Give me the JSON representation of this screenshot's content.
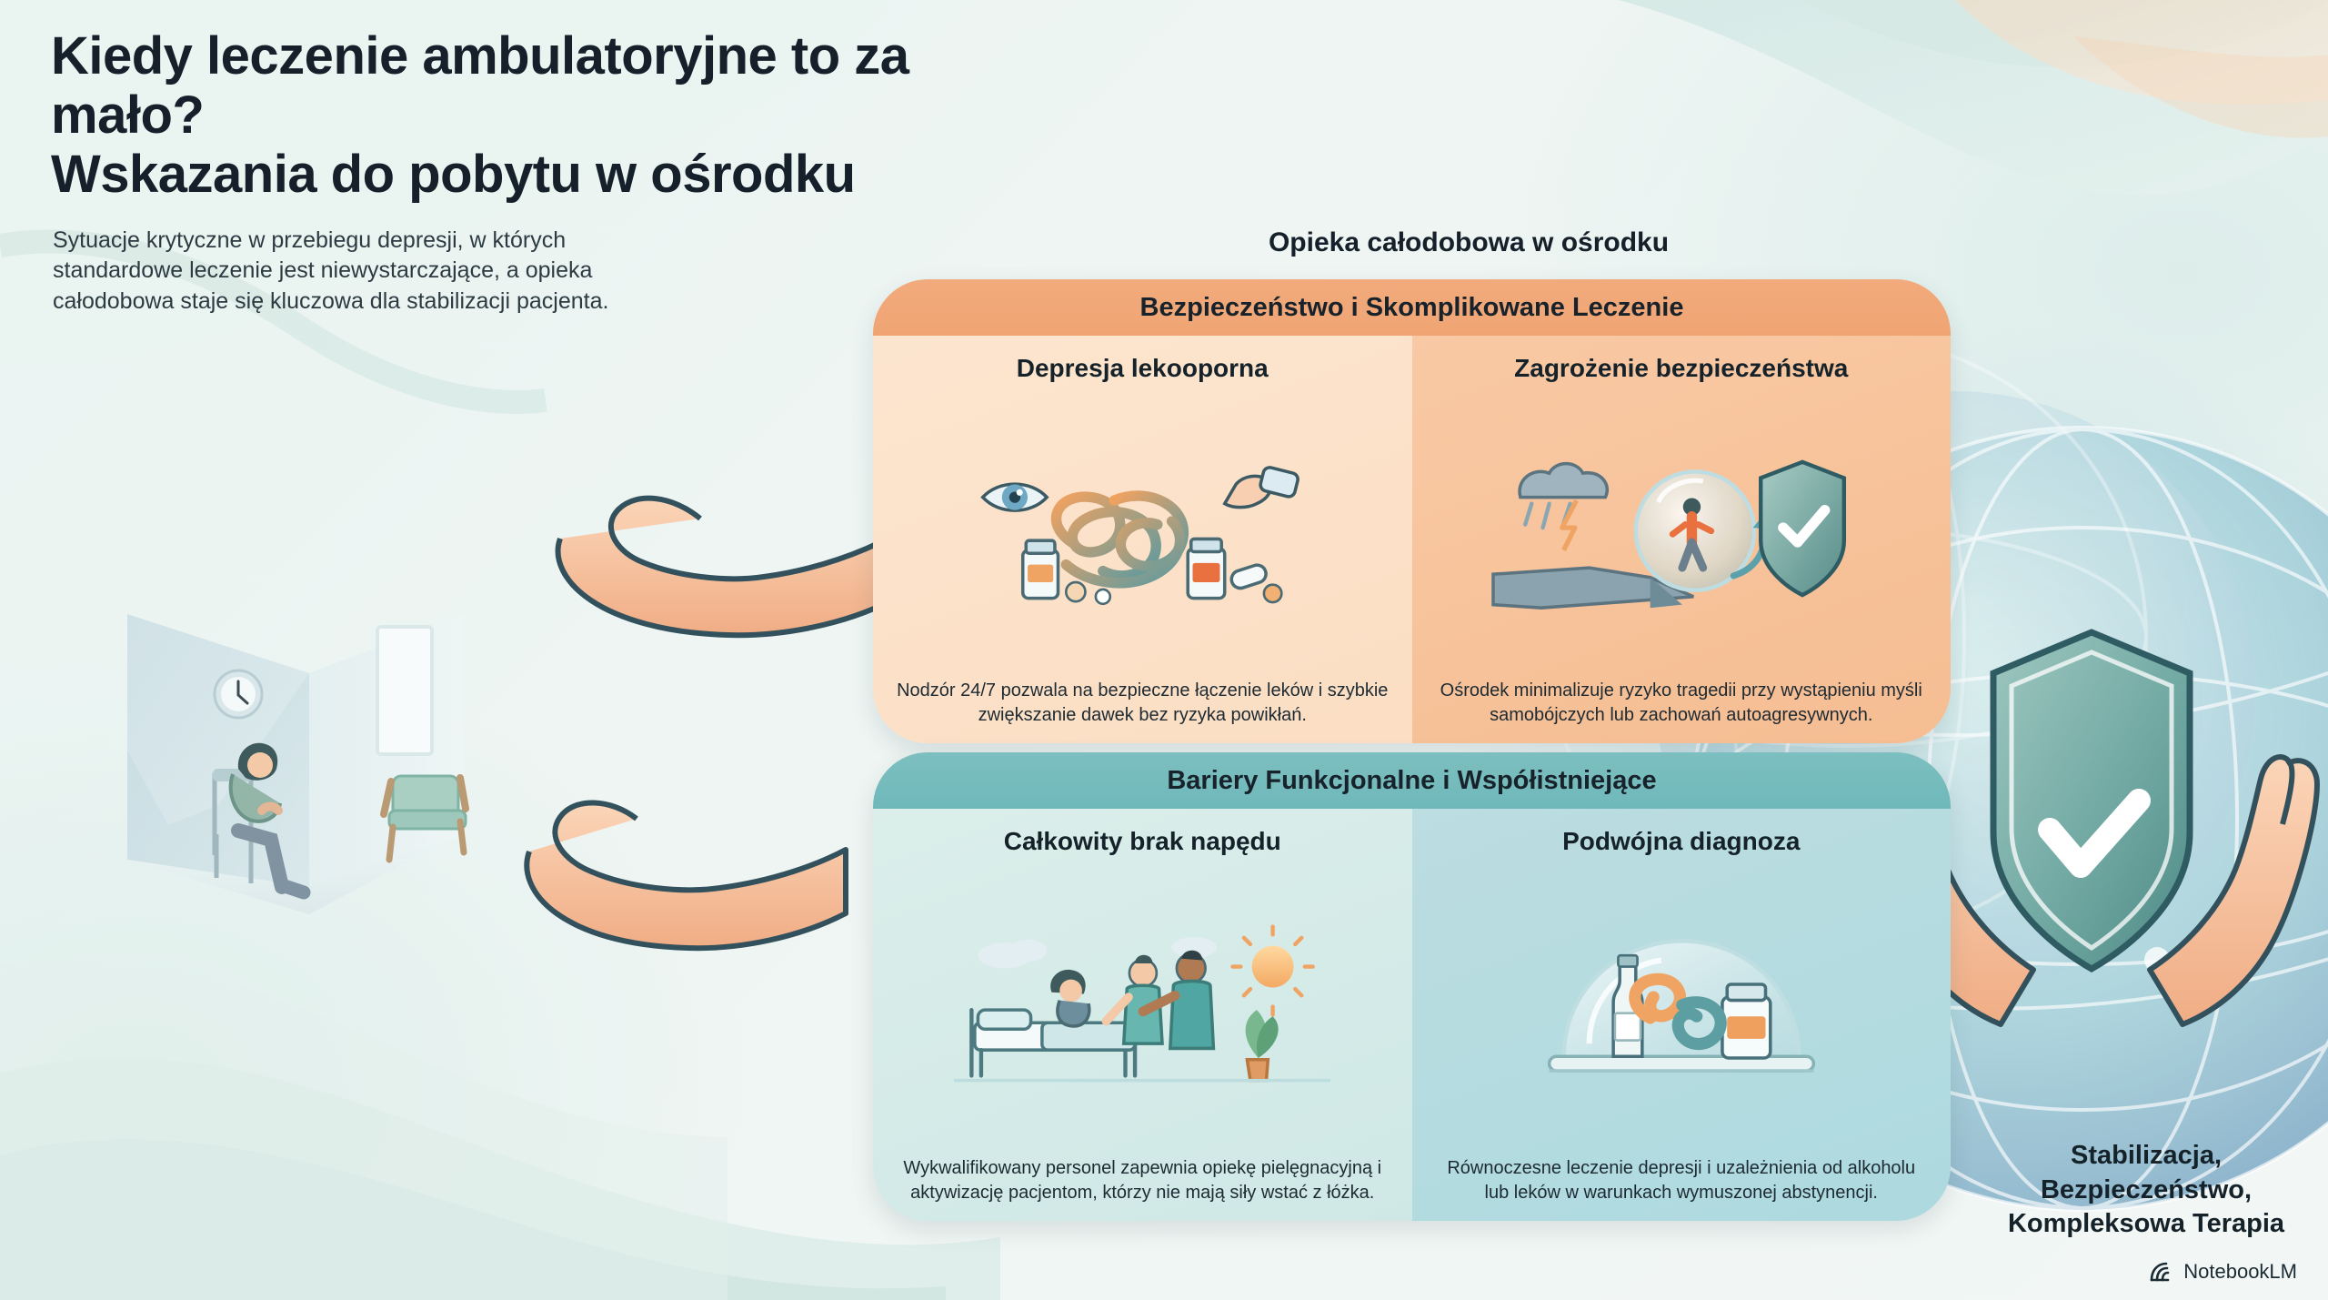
{
  "header": {
    "title_line1": "Kiedy leczenie ambulatoryjne to za mało?",
    "title_line2": "Wskazania do pobytu w ośrodku",
    "subtitle": "Sytuacje krytyczne w przebiegu depresji, w których standardowe leczenie jest niewystarczające, a opieka całodobowa staje się kluczowa dla stabilizacji pacjenta."
  },
  "panels_caption": "Opieka całodobowa w ośrodku",
  "panels": [
    {
      "id": "safety",
      "header": "Bezpieczeństwo i Skomplikowane Leczenie",
      "accent": "#f0a473",
      "cards": [
        {
          "title": "Depresja lekooporna",
          "text": "Nodzór 24/7 pozwala na bezpieczne łączenie leków i szybkie zwiększanie dawek bez ryzyka powikłań.",
          "art": "tangled-knot-pills-icon"
        },
        {
          "title": "Zagrożenie bezpieczeństwa",
          "text": "Ośrodek minimalizuje ryzyko tragedii przy wystąpieniu myśli samobójczych lub zachowań autoagresywnych.",
          "art": "storm-cliff-shield-icon"
        }
      ]
    },
    {
      "id": "barriers",
      "header": "Bariery Funkcjonalne i Współistniejące",
      "accent": "#6fb8ba",
      "cards": [
        {
          "title": "Całkowity brak napędu",
          "text": "Wykwalifikowany personel zapewnia opiekę pielęgnacyjną i aktywizację pacjentom, którzy nie mają siły wstać z łóżka.",
          "art": "nurses-bedside-icon"
        },
        {
          "title": "Podwójna diagnoza",
          "text": "Równoczesne leczenie depresji i uzależnienia od alkoholu lub leków w warunkach wymuszonej abstynencji.",
          "art": "bottle-pills-chain-icon"
        }
      ]
    }
  ],
  "tagline": "Stabilizacja, Bezpieczeństwo, Kompleksowa Terapia",
  "watermark": "NotebookLM",
  "illustrations": {
    "left_scene": "lonely-patient-room-illustration",
    "right_scene": "hands-holding-shield-illustration"
  },
  "colors": {
    "background": "#eef5f4",
    "orange_header": "#f0a473",
    "orange_card_left": "#fce5cf",
    "orange_card_right": "#f8c9a4",
    "teal_header": "#6fb8ba",
    "teal_card_left": "#dbeeea",
    "teal_card_right": "#bcdde1",
    "text_dark": "#16222a",
    "shield_teal": "#5f9e9b"
  }
}
